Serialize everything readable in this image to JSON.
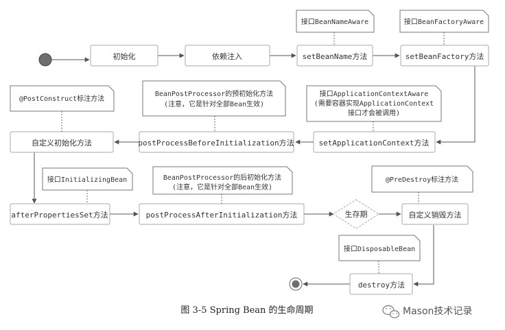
{
  "diagram": {
    "nodes": {
      "init": "初始化",
      "di": "依赖注入",
      "set_bean_name": "setBeanName方法",
      "set_bean_factory": "setBeanFactory方法",
      "set_app_ctx": "setApplicationContext方法",
      "post_before": "postProcessBeforeInitialization方法",
      "custom_init": "自定义初始化方法",
      "after_props": "afterPropertiesSet方法",
      "post_after": "postProcessAfterInitialization方法",
      "lifetime": "生存期",
      "custom_destroy": "自定义销毁方法",
      "destroy": "destroy方法"
    },
    "notes": {
      "bean_name_aware": "接口BeanNameAware",
      "bean_factory_aware": "接口BeanFactoryAware",
      "app_ctx_aware_1": "接口ApplicationContextAware",
      "app_ctx_aware_2": "(需要容器实现ApplicationContext",
      "app_ctx_aware_3": "接口才会被调用)",
      "bpp_before_1": "BeanPostProcessor的预初始化方法",
      "bpp_before_2": "(注意，它是针对全部Bean生效)",
      "post_construct": "@PostConstruct标注方法",
      "initializing_bean": "接口InitializingBean",
      "bpp_after_1": "BeanPostProcessor的后初始化方法",
      "bpp_after_2": "(注意，它是针对全部Bean生效)",
      "pre_destroy": "@PreDestroy标注方法",
      "disposable_bean": "接口DisposableBean"
    },
    "caption": "图 3-5    Spring Bean 的生命周期",
    "watermark": "Mason技术记录",
    "colors": {
      "box_border": "#a8a8a8",
      "arrow": "#555555",
      "note_border": "#777777",
      "start_dot": "#6e6e6e"
    }
  }
}
